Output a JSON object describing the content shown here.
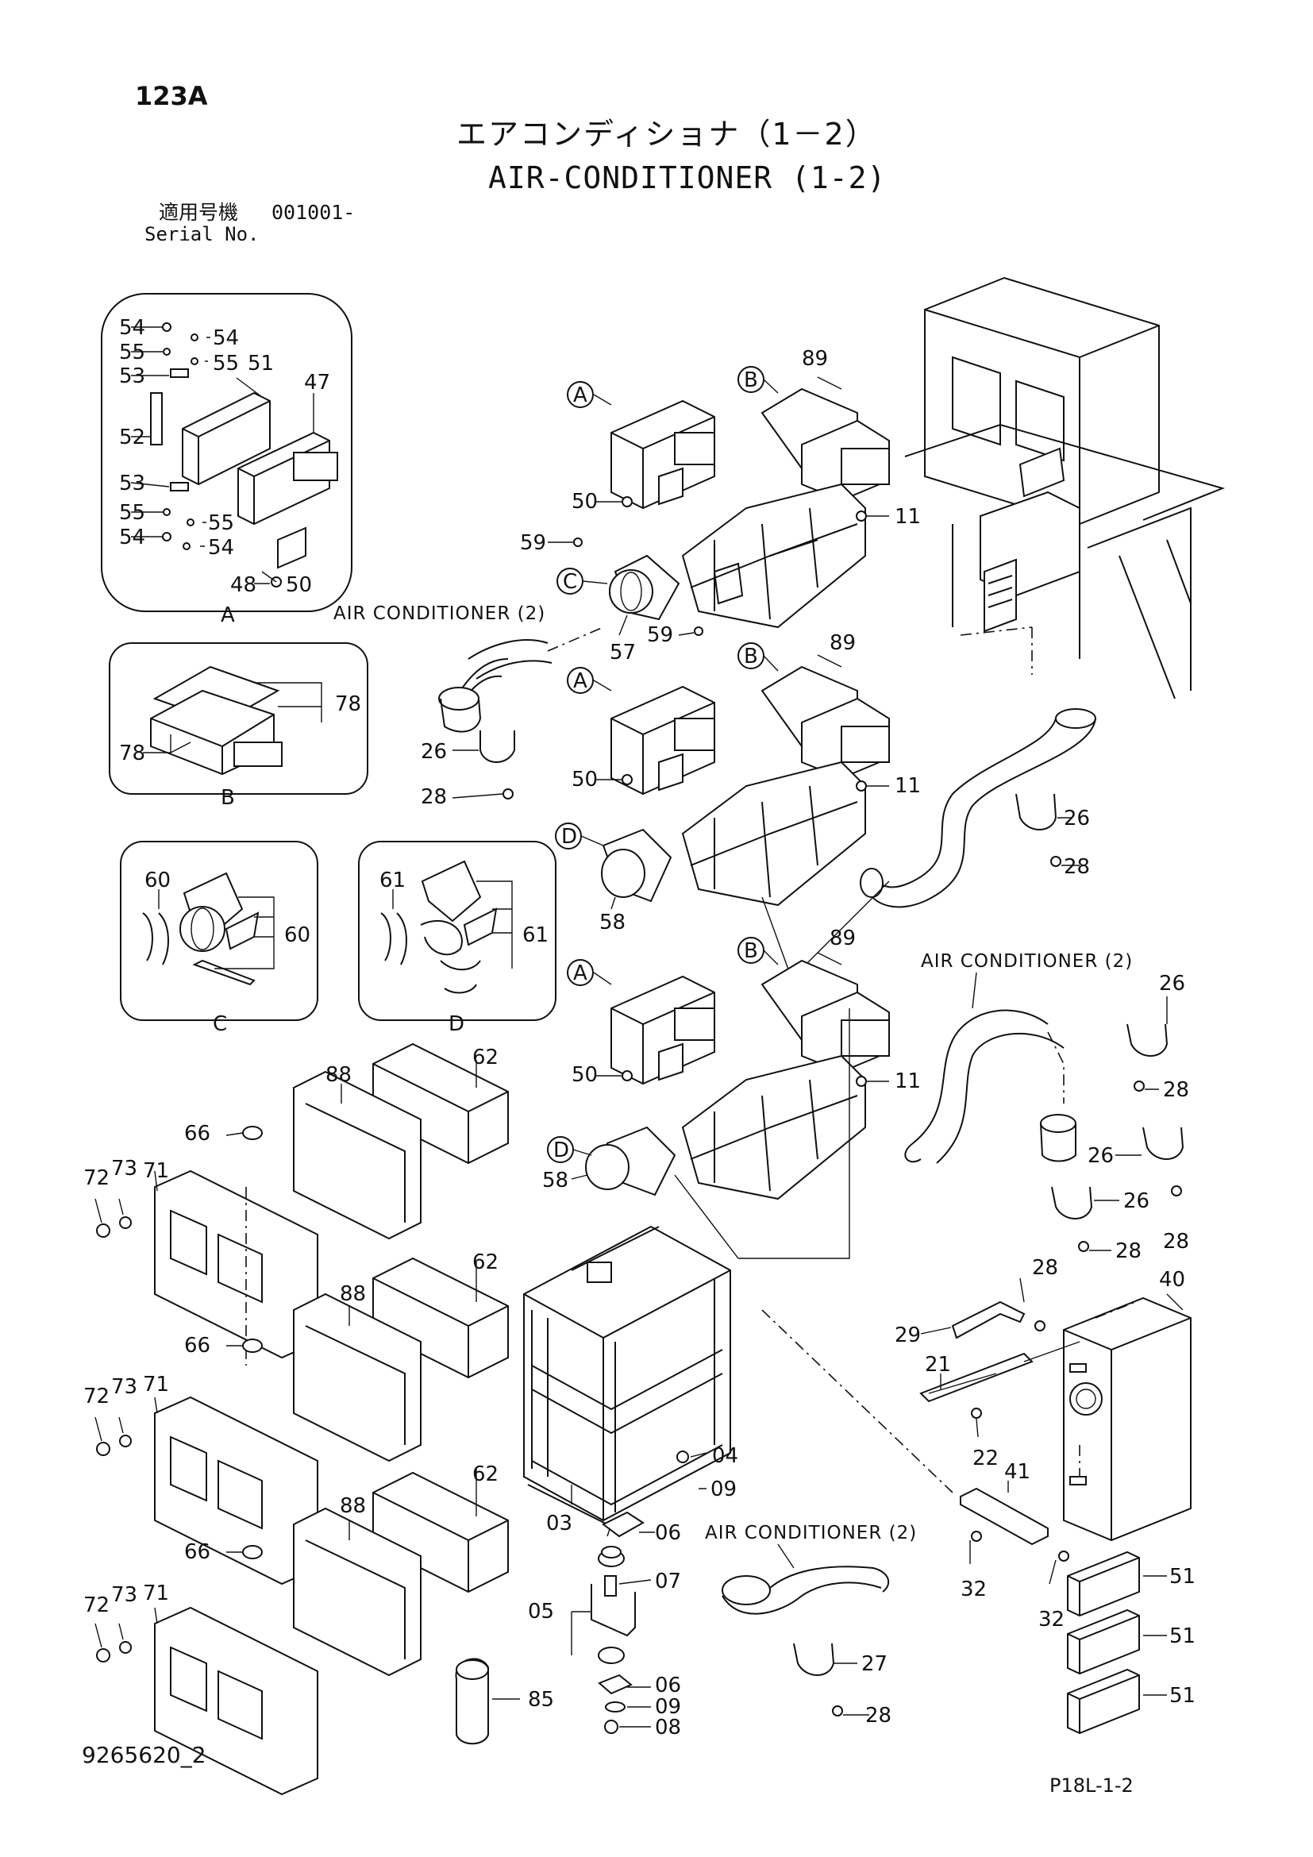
{
  "header": {
    "page_number": "123A",
    "title_jp": "エアコンディショナ（1－2）",
    "title_en": "AIR-CONDITIONER (1-2)",
    "serial_label_jp": "適用号機",
    "serial_value": "001001-",
    "serial_label_en": "Serial No."
  },
  "footer": {
    "document_number": "9265620_2",
    "figure_code": "P18L-1-2"
  },
  "detail_views": {
    "A": "A",
    "B": "B",
    "C": "C",
    "D": "D"
  },
  "callouts": {
    "air_conditioner_2": "AIR CONDITIONER (2)"
  },
  "part_labels": [
    "03",
    "04",
    "05",
    "06",
    "07",
    "08",
    "09",
    "11",
    "21",
    "22",
    "26",
    "27",
    "28",
    "29",
    "32",
    "40",
    "41",
    "47",
    "48",
    "50",
    "51",
    "52",
    "53",
    "54",
    "55",
    "57",
    "58",
    "59",
    "60",
    "61",
    "62",
    "66",
    "71",
    "72",
    "73",
    "78",
    "85",
    "88",
    "89"
  ]
}
